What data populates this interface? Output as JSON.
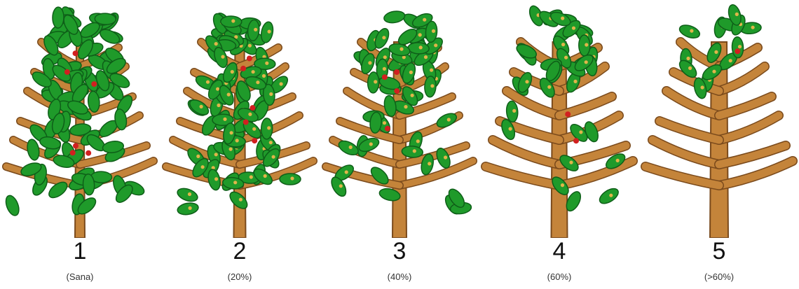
{
  "stages": [
    {
      "number": "1",
      "caption": "(Sana)",
      "leaf_density": 1.0,
      "rust": false,
      "icon": "healthy-tree-icon"
    },
    {
      "number": "2",
      "caption": "(20%)",
      "leaf_density": 0.85,
      "rust": true,
      "icon": "tree-20-percent-icon"
    },
    {
      "number": "3",
      "caption": "(40%)",
      "leaf_density": 0.6,
      "rust": true,
      "icon": "tree-40-percent-icon"
    },
    {
      "number": "4",
      "caption": "(60%)",
      "leaf_density": 0.4,
      "rust": true,
      "icon": "tree-60-percent-icon"
    },
    {
      "number": "5",
      "caption": "(>60%)",
      "leaf_density": 0.15,
      "rust": true,
      "icon": "tree-over-60-percent-icon"
    }
  ],
  "colors": {
    "leaf": "#1f9a2a",
    "leaf_dark": "#0e5e18",
    "trunk": "#c4843a",
    "trunk_dark": "#7a4a1c",
    "berry": "#d12020",
    "rust": "#e0b54a"
  }
}
